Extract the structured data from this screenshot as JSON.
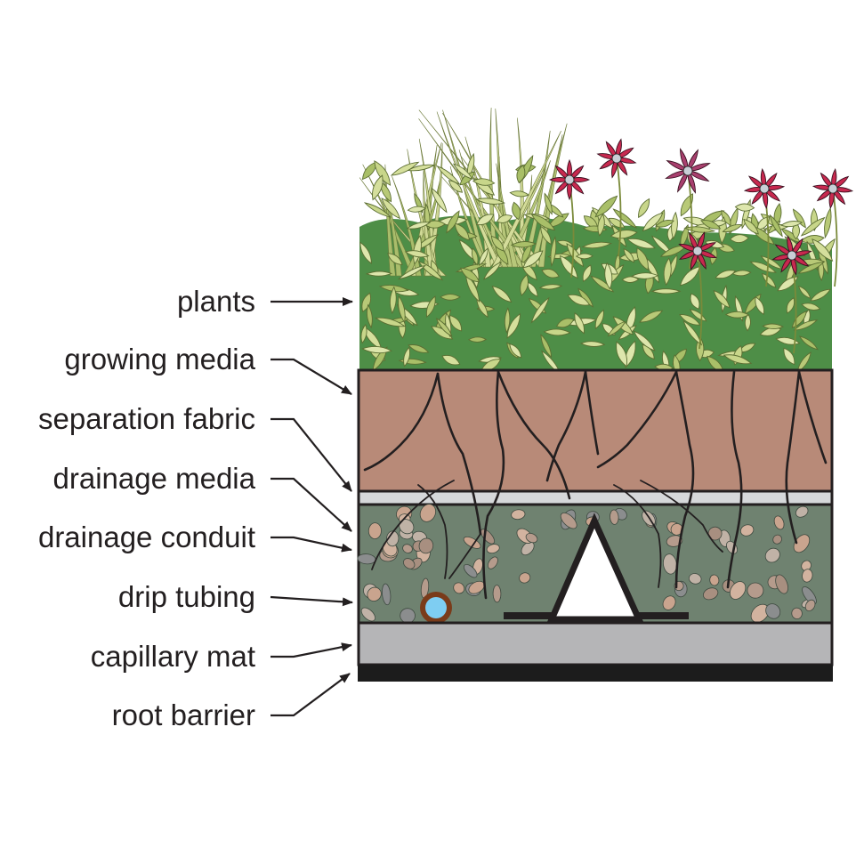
{
  "diagram": {
    "labels": [
      {
        "id": "plants",
        "text": "plants"
      },
      {
        "id": "growing-media",
        "text": "growing media"
      },
      {
        "id": "separation-fabric",
        "text": "separation fabric"
      },
      {
        "id": "drainage-media",
        "text": "drainage media"
      },
      {
        "id": "drainage-conduit",
        "text": "drainage conduit"
      },
      {
        "id": "drip-tubing",
        "text": "drip tubing"
      },
      {
        "id": "capillary-mat",
        "text": "capillary mat"
      },
      {
        "id": "root-barrier",
        "text": "root barrier"
      }
    ],
    "colors": {
      "growing_media": "#b88a78",
      "separation_fabric": "#d6d8da",
      "drainage_media": "#6f8270",
      "capillary_mat": "#b5b5b7",
      "root_barrier": "#1c1c1c",
      "foliage_dark": "#4e8e47",
      "leaf_light": "#c8d68a",
      "flower": "#c8294f",
      "drip_tube_ring": "#7a3b1a",
      "drip_tube_water": "#7ecdf2"
    }
  }
}
